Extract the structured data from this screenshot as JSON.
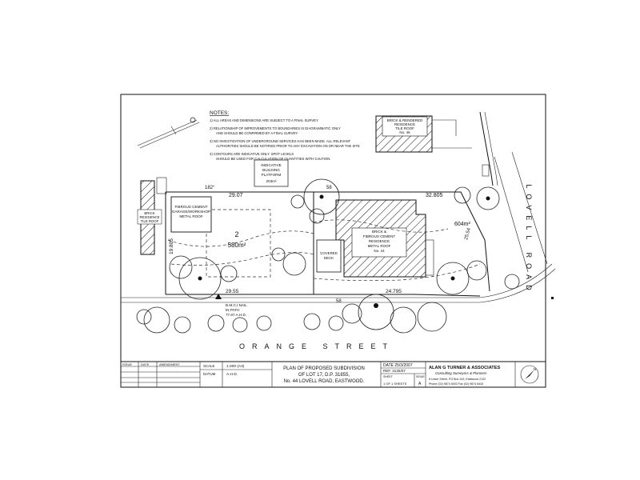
{
  "notes": {
    "heading": "NOTES:",
    "items": [
      "1) ALL AREAS AND DIMENSIONS ARE SUBJECT TO A FINAL SURVEY.",
      "2) RELATIONSHIP OF IMPROVEMENTS TO BOUNDARIES IS DIAGRAMMATIC ONLY",
      "AND SHOULD BE CONFIRMED BY A FINAL SURVEY.",
      "3) NO INVESTIGATION OF UNDERGROUND SERVICES HAS BEEN MADE. ALL RELEVANT",
      "AUTHORITIES SHOULD BE NOTIFIED PRIOR TO ANY EXCAVATION ON OR NEAR THE SITE",
      "4) CONTOURS ARE INDICATIVE ONLY. SPOT LEVELS",
      "SHOULD BE USED FOR CALCULATION OF QUANTITIES WITH CAUTION."
    ]
  },
  "neighbours": {
    "top_right": [
      "BRICK & RENDERED",
      "RESIDENCE",
      "TILE ROOF",
      "No. 46"
    ],
    "left": [
      "BRICK",
      "RESIDENCE",
      "TILE ROOF"
    ]
  },
  "platform": {
    "lines": [
      "INDICATIVE",
      "BUILDING",
      "PLATFORM",
      "203m²"
    ]
  },
  "lot2": {
    "number": "2",
    "area": "580m²"
  },
  "lot1": {
    "area": "604m²"
  },
  "garage": [
    "FIBROUS CEMENT",
    "GARAGE/WORKSHOP",
    "METAL ROOF"
  ],
  "residence": [
    "BRICK &",
    "FIBROUS CEMENT",
    "RESIDENCE",
    "METAL ROOF",
    "No. 44"
  ],
  "covered": [
    "COVERED",
    "DECK"
  ],
  "dimensions": {
    "top_bearing": "182°",
    "top_left": "29.07",
    "top_mid": "58",
    "top_right": "32.805",
    "left_side": "19.805",
    "bottom_left": "29.55",
    "bottom_mid": "58",
    "bottom_right": "24.795",
    "right_side": "25.54"
  },
  "bm": [
    "B.M.C.I.NAIL",
    "IN PATH",
    "77.87 A.H.D."
  ],
  "streets": {
    "bottom": "ORANGE STREET",
    "right": "LOVELL ROAD"
  },
  "title_block": {
    "col_headers": [
      "ISSUE",
      "DATE",
      "AMENDMENT"
    ],
    "scale_label": "SCALE",
    "scale_value": "1:200 (A3)",
    "datum_label": "DATUM",
    "datum_value": "A.H.D.",
    "plan_title": [
      "PLAN OF PROPOSED SUBDIVISION",
      "OF LOT 17, D.P. 31855,",
      "No. 44 LOVELL ROAD, EASTWOOD."
    ],
    "date": "DATE 25/3/2007",
    "ref": "REF. 3125/07",
    "sheet_label": "SHEET",
    "sheet_value": "1 OF 1 SHEETS",
    "issue_label": "ISSUE",
    "issue_value": "A",
    "company": "ALAN G TURNER & ASSOCIATES",
    "company_sub": "Consulting Surveyors & Planners",
    "address": "8 Union Street, PO Box 243, Eastwood 2122",
    "phone": "Phone (02) 9874 5003 Fax (02) 9874 6443",
    "north": "N"
  }
}
